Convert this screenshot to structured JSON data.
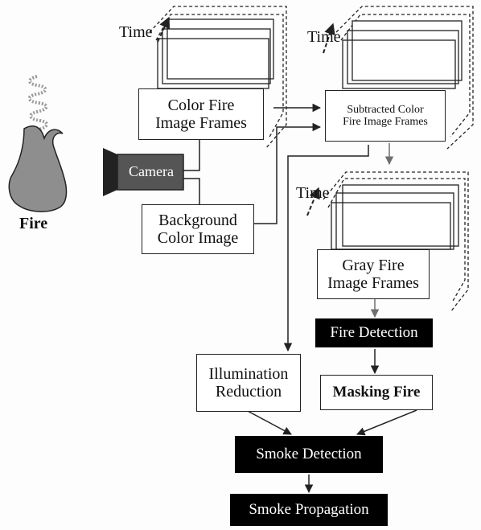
{
  "fire": {
    "label": "Fire"
  },
  "camera": {
    "label": "Camera"
  },
  "time_labels": [
    "Time",
    "Time",
    "Time"
  ],
  "nodes": {
    "color_frames": [
      "Color Fire",
      "Image Frames"
    ],
    "background": [
      "Background",
      "Color Image"
    ],
    "subtracted": [
      "Subtracted Color",
      "Fire Image Frames"
    ],
    "gray_frames": [
      "Gray Fire",
      "Image Frames"
    ],
    "fire_detection": "Fire Detection",
    "illumination": [
      "Illumination",
      "Reduction"
    ],
    "masking": "Masking Fire",
    "smoke_detection": "Smoke Detection",
    "smoke_propagation": "Smoke Propagation"
  },
  "colors": {
    "fire_fill": "#8e8e8e",
    "camera_fill": "#555555",
    "line": "#222222",
    "arrowhead_gray": "#6f6f6f"
  }
}
